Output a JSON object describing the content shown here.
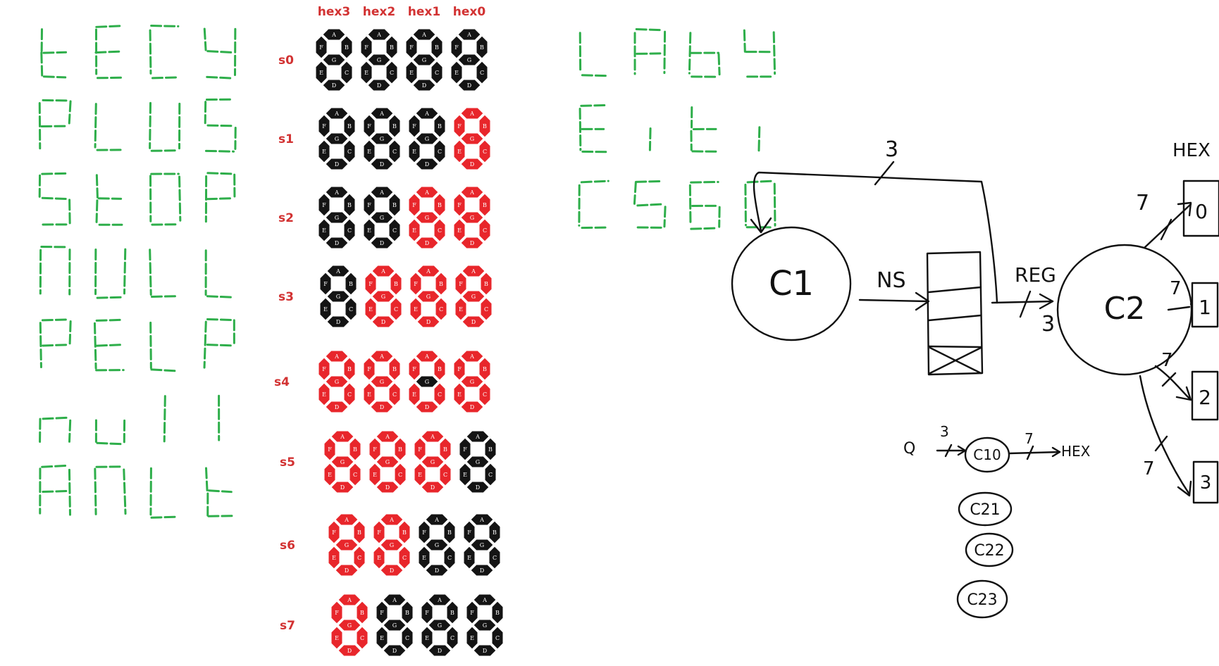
{
  "colors": {
    "seg_green": "#2eae4a",
    "seg_on": "#e8262b",
    "seg_off": "#141414",
    "label_red": "#d23232",
    "ink": "#111111"
  },
  "left_words": [
    "tECY",
    "PLUS",
    "StOP",
    "NULL",
    "PELP",
    "null",
    "ANLt"
  ],
  "right_words": [
    "LAby",
    "Eiti",
    "C560"
  ],
  "hex_headers": [
    "hex3",
    "hex2",
    "hex1",
    "hex0"
  ],
  "segment_letters": [
    "A",
    "B",
    "C",
    "D",
    "E",
    "F",
    "G"
  ],
  "states": [
    {
      "label": "s0",
      "digits": [
        "",
        "",
        "",
        ""
      ]
    },
    {
      "label": "s1",
      "digits": [
        "",
        "",
        "",
        "ABCDEFG"
      ]
    },
    {
      "label": "s2",
      "digits": [
        "",
        "",
        "ABCDEFG",
        "ABCDEFG"
      ]
    },
    {
      "label": "s3",
      "digits": [
        "",
        "ABCDEFG",
        "ABCDEFG",
        "ABCDEFG"
      ]
    },
    {
      "label": "s4",
      "digits": [
        "ABCDEFG",
        "ABCDEFG",
        "ABCDEF",
        "ABCDEFG"
      ]
    },
    {
      "label": "s5",
      "digits": [
        "ABCDEFG",
        "ABCDEFG",
        "ABCDEFG",
        ""
      ]
    },
    {
      "label": "s6",
      "digits": [
        "ABCDEFG",
        "ABCDEFG",
        "",
        ""
      ]
    },
    {
      "label": "s7",
      "digits": [
        "ABCDEFG",
        "",
        "",
        ""
      ]
    }
  ],
  "diagram": {
    "c1_label": "C1",
    "c2_label": "C2",
    "ns_label": "NS",
    "reg_label": "REG",
    "feedback_width": "3",
    "reg_width": "3",
    "hex_title": "HEX",
    "hex_outputs": [
      {
        "index": "0",
        "width": "7"
      },
      {
        "index": "1",
        "width": "7"
      },
      {
        "index": "2",
        "width": "7"
      },
      {
        "index": "3",
        "width": "7"
      }
    ],
    "legend": {
      "input": "Q",
      "in_width": "3",
      "block": "C10",
      "out_width": "7",
      "output": "HEX"
    },
    "sub_blocks": [
      "C21",
      "C22",
      "C23"
    ]
  }
}
